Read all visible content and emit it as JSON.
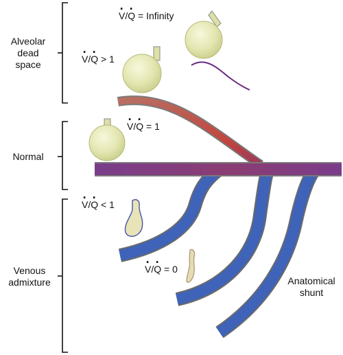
{
  "sections": {
    "dead_space": {
      "line1": "Alveolar",
      "line2": "dead",
      "line3": "space"
    },
    "normal": {
      "label": "Normal"
    },
    "venous": {
      "line1": "Venous",
      "line2": "admixture"
    }
  },
  "ratios": [
    {
      "v": "V",
      "slash": "/",
      "q": "Q",
      "rel": "= Infinity"
    },
    {
      "v": "V",
      "slash": "/",
      "q": "Q",
      "rel": "> 1"
    },
    {
      "v": "V",
      "slash": "/",
      "q": "Q",
      "rel": "= 1"
    },
    {
      "v": "V",
      "slash": "/",
      "q": "Q",
      "rel": "< 1"
    },
    {
      "v": "V",
      "slash": "/",
      "q": "Q",
      "rel": "= 0"
    }
  ],
  "shunt": {
    "line1": "Anatomical",
    "line2": "shunt"
  }
}
